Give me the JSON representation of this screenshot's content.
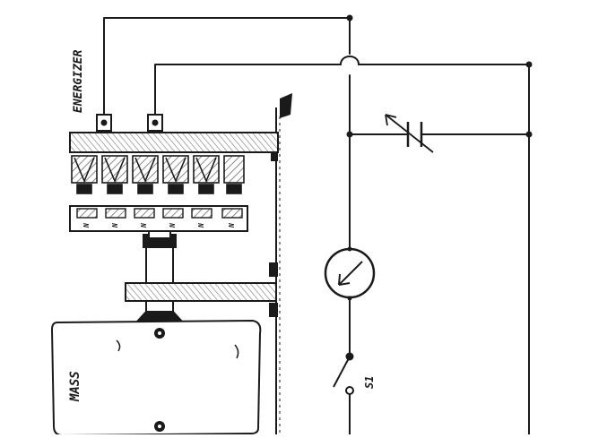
{
  "labels": {
    "energizer": "ENERGIZER",
    "mass": "MASS",
    "switch": "S1",
    "magnet_pole": "N"
  },
  "colors": {
    "ink": "#1a1a1a",
    "hatch": "#6b6b6b",
    "paper": "#ffffff"
  },
  "icons": {
    "meter": "ammeter-icon",
    "capacitor": "variable-capacitor-icon",
    "switch": "switch-icon"
  }
}
